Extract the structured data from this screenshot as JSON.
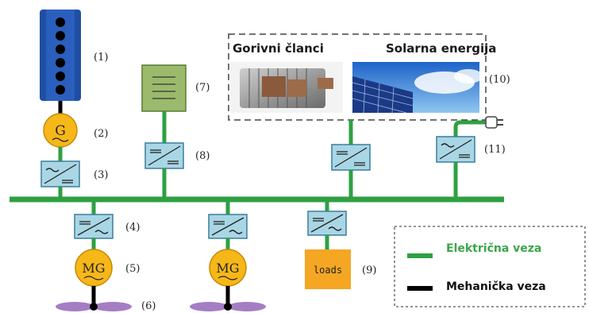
{
  "labels": {
    "engine": "(1)",
    "generator": "(2)",
    "conv_gen": "(3)",
    "conv_mg1": "(4)",
    "mg1": "(5)",
    "propeller": "(6)",
    "battery": "(7)",
    "conv_battery": "(8)",
    "loads": "(9)",
    "renewables": "(10)",
    "shore": "(11)"
  },
  "symbols": {
    "generator": "G",
    "motor_generator": "MG",
    "loads": "loads"
  },
  "headers": {
    "fuel_cells": "Gorivni članci",
    "solar": "Solarna energija"
  },
  "legend": {
    "electrical": "Električna veza",
    "mechanical": "Mehanička veza"
  },
  "colors": {
    "bus": "#2ea043",
    "engine": "#1f4fa3",
    "machine": "#f6b719",
    "battery": "#9bba6b",
    "converter": "#a9d6e5",
    "loads": "#f5a623",
    "propeller": "#a57dc5"
  }
}
